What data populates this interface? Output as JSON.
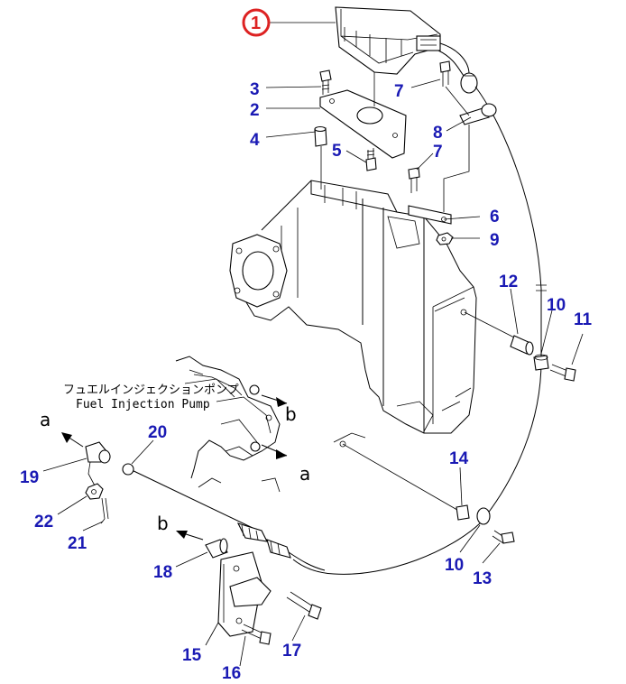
{
  "diagram": {
    "highlighted_callout": "1",
    "highlight_color": "#dd2222",
    "callout_color": "#1a1ab4",
    "callouts": [
      "2",
      "3",
      "4",
      "5",
      "6",
      "7",
      "7",
      "8",
      "9",
      "10",
      "10",
      "11",
      "12",
      "13",
      "14",
      "15",
      "16",
      "17",
      "18",
      "19",
      "20",
      "21",
      "22"
    ],
    "reference_letters": [
      "a",
      "a",
      "b",
      "b"
    ],
    "pump_label_jp": "フュエルインジェクションポンプ",
    "pump_label_en": "Fuel Injection Pump"
  }
}
